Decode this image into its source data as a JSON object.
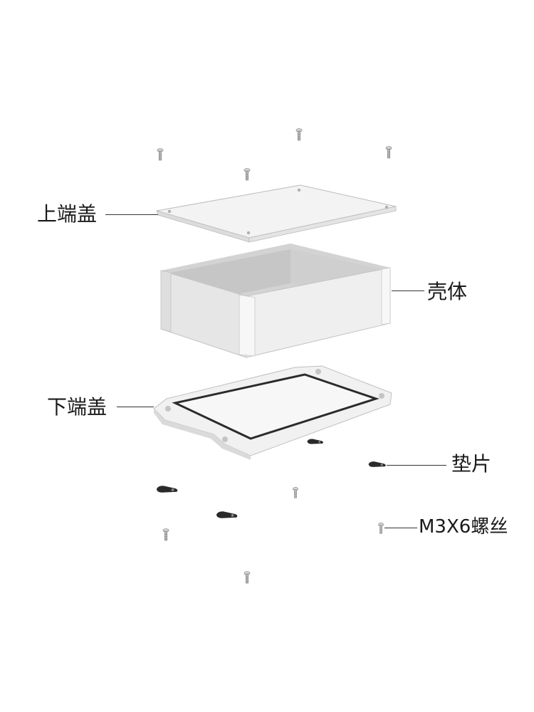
{
  "labels": {
    "top_cover": "上端盖",
    "housing": "壳体",
    "bottom_cover": "下端盖",
    "gasket": "垫片",
    "screw": "M3X6螺丝"
  }
}
